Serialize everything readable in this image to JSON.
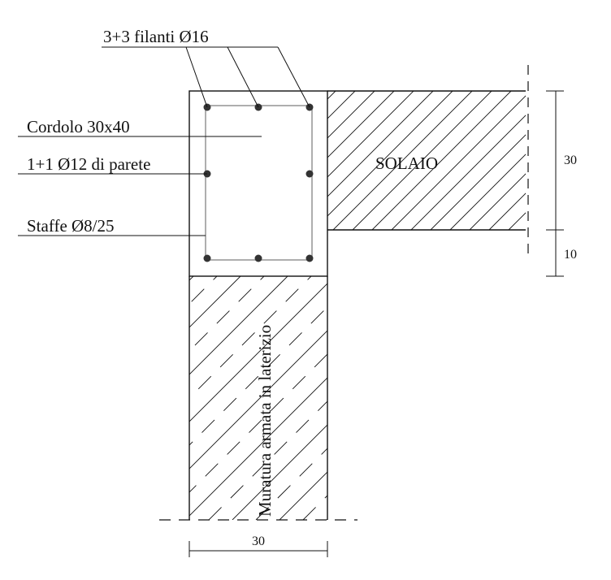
{
  "labels": {
    "longitudinal_bars": "3+3 filanti Ø16",
    "ring_beam": "Cordolo 30x40",
    "side_bars": "1+1 Ø12 di parete",
    "stirrups": "Staffe Ø8/25",
    "slab": "SOLAIO",
    "wall": "Muratura armata in laterizio"
  },
  "dimensions": {
    "slab_thickness": "30",
    "below_slab": "10",
    "wall_width": "30"
  }
}
